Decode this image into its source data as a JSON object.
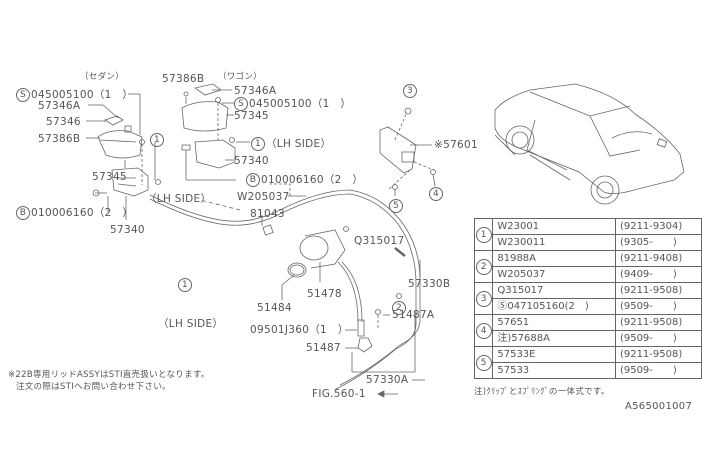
{
  "labels": {
    "sedan": "（セダン）",
    "wagon": "（ワゴン）",
    "s_bolt_left": "045005100（1　）",
    "p57346A_left": "57346A",
    "p57346_left": "57346",
    "p57386B_left": "57386B",
    "p57345_left": "57345",
    "lh_side_1": "（LH SIDE）",
    "b_bolt_left": "010006160（2　）",
    "p57340_left": "57340",
    "p57386B_right": "57386B",
    "p57346A_right": "57346A",
    "s_bolt_right": "045005100（1　）",
    "p57345_right": "57345",
    "lh_side_2": "（LH SIDE）",
    "p57340_right": "57340",
    "b_bolt_right": "010006160（2　）",
    "w205037": "W205037",
    "p81043": "81043",
    "q315017": "Q315017",
    "p57330B": "57330B",
    "p51478": "51478",
    "p51484": "51484",
    "lh_side_3": "（LH SIDE）",
    "p09501J360": "09501J360（1　）",
    "p51487A": "51487A",
    "p51487": "51487",
    "p57330A": "57330A",
    "fig_ref": "FIG.560-1",
    "p57601": "※57601",
    "drawing_id": "A565001007"
  },
  "circled": {
    "one": "1",
    "two": "2",
    "three": "3",
    "four": "4",
    "five": "5",
    "s": "S",
    "b": "B"
  },
  "notes": {
    "line1": "※22B専用リッドASSYはSTI直売扱いとなります。",
    "line2": "注文の際はSTIへお問い合わせ下さい。",
    "table_note": "注)ｸﾘｯﾌﾟとｽﾌﾟﾘﾝｸﾞの一体式です。"
  },
  "parts_table": {
    "rows": [
      {
        "ref": "1",
        "part": "W23001",
        "date": "(9211-9304)"
      },
      {
        "ref": "",
        "part": "W230011",
        "date": "(9305-　　)"
      },
      {
        "ref": "2",
        "part": "81988A",
        "date": "(9211-9408)"
      },
      {
        "ref": "",
        "part": "W205037",
        "date": "(9409-　　)"
      },
      {
        "ref": "3",
        "part": "Q315017",
        "date": "(9211-9508)"
      },
      {
        "ref": "",
        "part": "Ⓢ047105160(2　)",
        "date": "(9509-　　)"
      },
      {
        "ref": "4",
        "part": "57651",
        "date": "(9211-9508)"
      },
      {
        "ref": "",
        "part": "注)57688A",
        "date": "(9509-　　)"
      },
      {
        "ref": "5",
        "part": "57533E",
        "date": "(9211-9508)"
      },
      {
        "ref": "",
        "part": "57533",
        "date": "(9509-　　)"
      }
    ]
  }
}
